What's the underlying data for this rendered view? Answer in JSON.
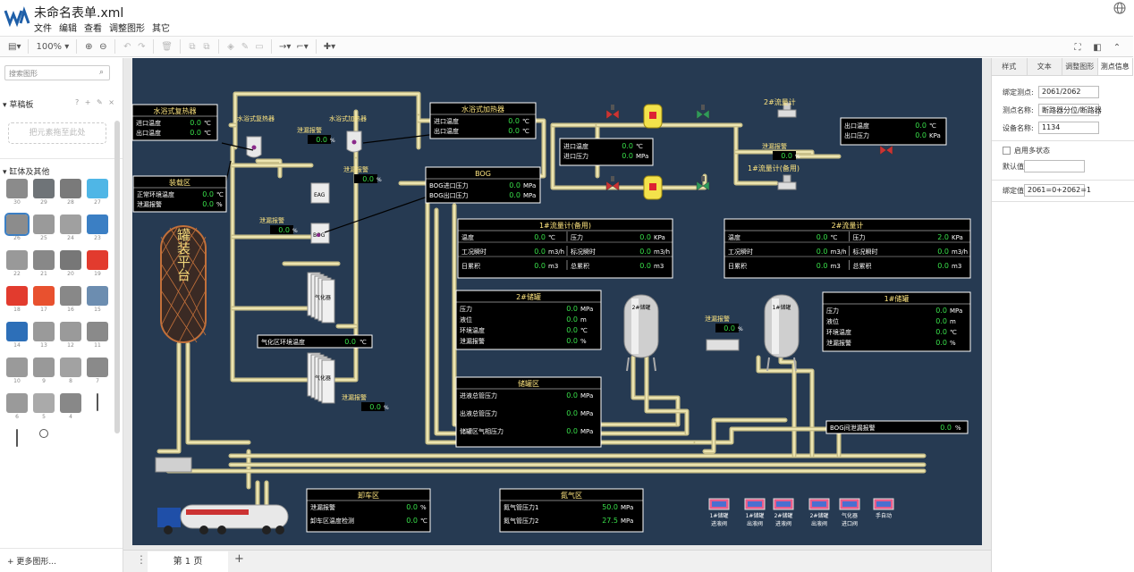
{
  "app": {
    "title": "未命名表单.xml",
    "menu": [
      "文件",
      "编辑",
      "查看",
      "调整图形",
      "其它"
    ]
  },
  "toolbar": {
    "zoom": "100%"
  },
  "sidebar": {
    "search_placeholder": "搜索图形",
    "scratchpad": "草稿板",
    "scratch_tools": "? + ✎ ×",
    "dropzone": "把元素拖至此处",
    "section": "缸体及其他",
    "shape_numbers": [
      "30",
      "29",
      "28",
      "",
      "27",
      "26",
      "25",
      "",
      "24",
      "23",
      "22",
      "",
      "21",
      "20",
      "19",
      "",
      "18",
      "17",
      "16",
      "",
      "15",
      "14",
      "13",
      "",
      "12",
      "11",
      "10",
      "",
      "9",
      "8",
      "7",
      "",
      "6",
      "5",
      "4",
      "",
      "",
      "",
      "",
      ""
    ],
    "more": "+ 更多图形..."
  },
  "page": {
    "tab": "第 1 页"
  },
  "right_panel": {
    "tabs": [
      "样式",
      "文本",
      "调整图形",
      "测点信息"
    ],
    "fields": [
      {
        "label": "绑定测点:",
        "value": "2061/2062"
      },
      {
        "label": "测点名称:",
        "value": "断路器分位/断路器"
      },
      {
        "label": "设备名称:",
        "value": "1134"
      }
    ],
    "multi_state": "启用多状态",
    "default_label": "默认值",
    "bind_label": "绑定值",
    "bind_value": "2061=0+2062=1"
  },
  "scada": {
    "water_heater_left": {
      "title": "水浴式复热器",
      "rows": [
        {
          "l": "进口温度",
          "v": "0.0",
          "u": "℃"
        },
        {
          "l": "出口温度",
          "v": "0.0",
          "u": "℃"
        }
      ]
    },
    "water_heater_right": {
      "title": "水浴式加热器",
      "rows": [
        {
          "l": "进口温度",
          "v": "0.0",
          "u": "℃"
        },
        {
          "l": "出口温度",
          "v": "0.0",
          "u": "℃"
        }
      ]
    },
    "label_reheater": "水浴式复热器",
    "label_heater": "水浴式加热器",
    "leak1": {
      "l": "泄漏报警",
      "v": "0.0",
      "u": "%"
    },
    "leak2": {
      "l": "泄漏报警",
      "v": "0.0",
      "u": "%"
    },
    "leak3": {
      "l": "泄漏报警",
      "v": "0.0",
      "u": "%"
    },
    "leak4": {
      "l": "泄漏报警",
      "v": "0.0",
      "u": "%"
    },
    "leak5": {
      "l": "泄漏报警",
      "v": "0.0",
      "u": "%"
    },
    "leak6": {
      "l": "泄漏报警",
      "v": "0.0",
      "u": "%"
    },
    "loading_zone": {
      "title": "装载区",
      "rows": [
        {
          "l": "正常环境温度",
          "v": "0.0",
          "u": "℃"
        },
        {
          "l": "泄漏报警",
          "v": "0.0",
          "u": "%"
        }
      ]
    },
    "bog": {
      "title": "BOG",
      "rows": [
        {
          "l": "BOG进口压力",
          "v": "0.0",
          "u": "MPa"
        },
        {
          "l": "BOG出口压力",
          "v": "0.0",
          "u": "MPa"
        }
      ]
    },
    "eag": "EAG",
    "bog_label": "BOG",
    "inlet": {
      "rows": [
        {
          "l": "进口温度",
          "v": "0.0",
          "u": "℃"
        },
        {
          "l": "进口压力",
          "v": "0.0",
          "u": "MPa"
        }
      ]
    },
    "outlet": {
      "rows": [
        {
          "l": "出口温度",
          "v": "0.0",
          "u": "℃"
        },
        {
          "l": "出口压力",
          "v": "0.0",
          "u": "KPa"
        }
      ]
    },
    "flow2_label": "2#流量计",
    "flow1b_label": "1#流量计(备用)",
    "flowmeter1": {
      "title": "1#流量计(备用)",
      "rows": [
        {
          "l": "温度",
          "v": "0.0",
          "u": "℃",
          "l2": "压力",
          "v2": "0.0",
          "u2": "KPa"
        },
        {
          "l": "工况瞬时",
          "v": "0.0",
          "u": "m3/h",
          "l2": "标况瞬时",
          "v2": "0.0",
          "u2": "m3/h"
        },
        {
          "l": "日累积",
          "v": "0.0",
          "u": "m3",
          "l2": "总累积",
          "v2": "0.0",
          "u2": "m3"
        }
      ]
    },
    "flowmeter2": {
      "title": "2#流量计",
      "rows": [
        {
          "l": "温度",
          "v": "0.0",
          "u": "℃",
          "l2": "压力",
          "v2": "2.0",
          "u2": "KPa"
        },
        {
          "l": "工况瞬时",
          "v": "0.0",
          "u": "m3/h",
          "l2": "标况瞬时",
          "v2": "0.0",
          "u2": "m3/h"
        },
        {
          "l": "日累积",
          "v": "0.0",
          "u": "m3",
          "l2": "总累积",
          "v2": "0.0",
          "u2": "m3"
        }
      ]
    },
    "tank2": {
      "title": "2#储罐",
      "rows": [
        {
          "l": "压力",
          "v": "0.0",
          "u": "MPa"
        },
        {
          "l": "液位",
          "v": "0.0",
          "u": "m"
        },
        {
          "l": "环境温度",
          "v": "0.0",
          "u": "℃"
        },
        {
          "l": "泄漏报警",
          "v": "0.0",
          "u": "%"
        }
      ]
    },
    "tank1": {
      "title": "1#储罐",
      "rows": [
        {
          "l": "压力",
          "v": "0.0",
          "u": "MPa"
        },
        {
          "l": "液位",
          "v": "0.0",
          "u": "m"
        },
        {
          "l": "环境温度",
          "v": "0.0",
          "u": "℃"
        },
        {
          "l": "泄漏报警",
          "v": "0.0",
          "u": "%"
        }
      ]
    },
    "tank2_label": "2#储罐",
    "tank1_label": "1#储罐",
    "storage": {
      "title": "储罐区",
      "rows": [
        {
          "l": "进液总管压力",
          "v": "0.0",
          "u": "MPa"
        },
        {
          "l": "出液总管压力",
          "v": "0.0",
          "u": "MPa"
        },
        {
          "l": "储罐区气相压力",
          "v": "0.0",
          "u": "MPa"
        }
      ]
    },
    "gasify_temp": {
      "l": "气化区环境温度",
      "v": "0.0",
      "u": "℃"
    },
    "pump_leak": {
      "l": "BOG间泄漏报警",
      "v": "0.0",
      "u": "%"
    },
    "unloading": {
      "title": "卸车区",
      "rows": [
        {
          "l": "泄漏报警",
          "v": "0.0",
          "u": "%"
        },
        {
          "l": "卸车区温度检测",
          "v": "0.0",
          "u": "℃"
        }
      ]
    },
    "nitrogen": {
      "title": "氮气区",
      "rows": [
        {
          "l": "氮气管压力1",
          "v": "50.0",
          "u": "MPa"
        },
        {
          "l": "氮气管压力2",
          "v": "27.5",
          "u": "MPa"
        }
      ]
    },
    "platform": "罐装平台",
    "vaporizer_label": "气化器",
    "valves": [
      "1#储罐进液阀",
      "1#储罐出液阀",
      "2#储罐进液阀",
      "2#储罐出液阀",
      "气化器进口阀",
      "手自动"
    ]
  }
}
